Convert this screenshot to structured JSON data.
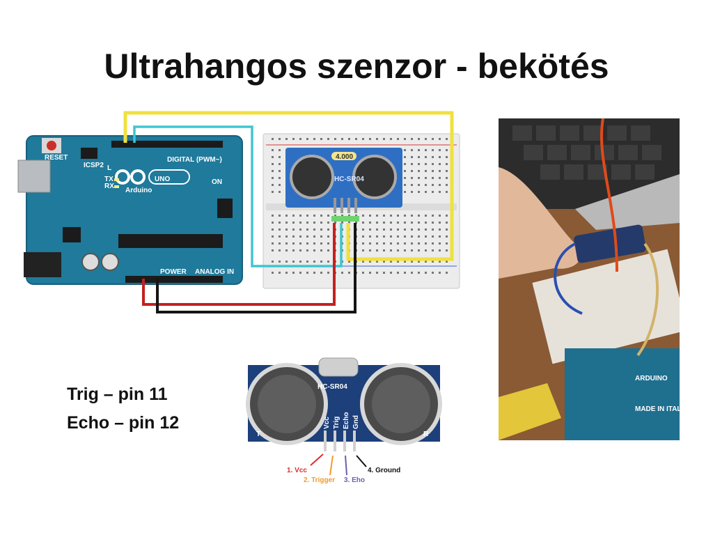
{
  "slide": {
    "title": "Ultrahangos szenzor - bekötés"
  },
  "pin_notes": [
    "Trig – pin 11",
    "Echo – pin 12"
  ],
  "arduino": {
    "board_name": "UNO",
    "brand": "Arduino",
    "reset_label": "RESET",
    "icsp_label": "ICSP2",
    "digital_label": "DIGITAL (PWM~)",
    "power_label": "POWER",
    "analog_label": "ANALOG IN",
    "on_label": "ON",
    "tx_label": "TX",
    "rx_label": "RX",
    "l_label": "L"
  },
  "sensor_small": {
    "display": "4.000",
    "model": "HC-SR04"
  },
  "sensor_large": {
    "model": "HC-SR04",
    "pins": [
      "Vcc",
      "Trig",
      "Echo",
      "Gnd"
    ],
    "corner_left": "T",
    "corner_right": "R"
  },
  "pin_legend": {
    "vcc": "1. Vcc",
    "trigger": "2. Trigger",
    "echo": "3. Eho",
    "ground": "4. Ground"
  },
  "colors": {
    "board": "#1f7a9b",
    "breadboard": "#e8e8e8",
    "sensor_board": "#2e6fc4",
    "wire_yellow": "#f0e040",
    "wire_cyan": "#3ec6d0",
    "wire_red": "#c62020",
    "wire_black": "#151515",
    "legend_vcc": "#e02a2a",
    "legend_trigger": "#f29a2e",
    "legend_echo": "#6a5fb0",
    "legend_ground": "#111111"
  },
  "photo": {
    "board_text": "ARDUINO",
    "made_in": "MADE IN ITALY"
  }
}
